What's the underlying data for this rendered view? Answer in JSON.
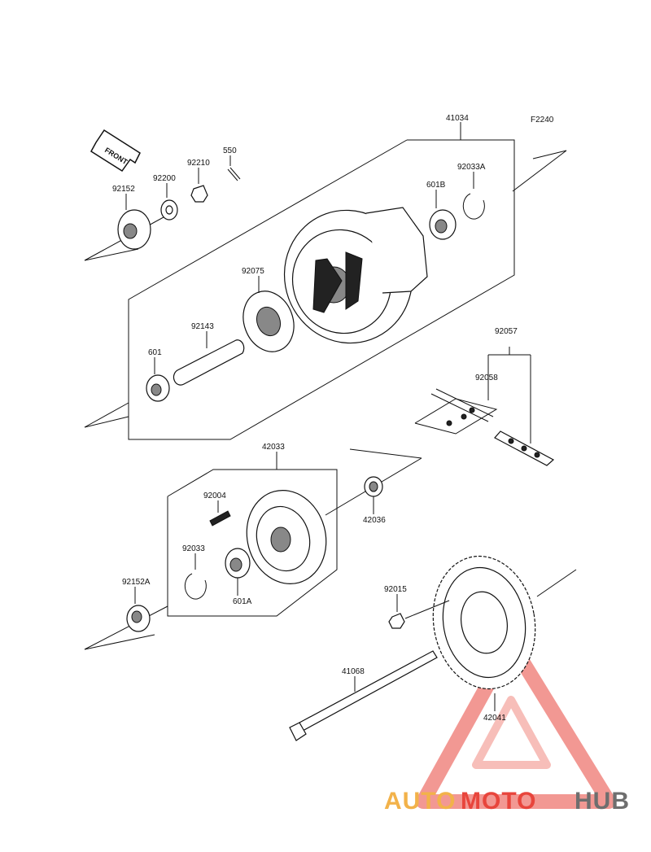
{
  "figure_code": "F2240",
  "front_label": "FRONT",
  "labels": {
    "p41034": "41034",
    "p92152": "92152",
    "p92200": "92200",
    "p92210": "92210",
    "p550": "550",
    "p601b": "601B",
    "p92033a": "92033A",
    "p92075": "92075",
    "p92143": "92143",
    "p601": "601",
    "p92057": "92057",
    "p92058": "92058",
    "p42033": "42033",
    "p92004": "92004",
    "p42036": "42036",
    "p92033": "92033",
    "p92152a": "92152A",
    "p601a": "601A",
    "p92015": "92015",
    "p41068": "41068",
    "p42041": "42041"
  },
  "watermark": {
    "part1": "AUTO",
    "part2": "MOTO",
    "part3": "HUB",
    "color_light": "#f2b24a",
    "color_red": "#e8453c",
    "color_gray": "#6e6e6e"
  }
}
